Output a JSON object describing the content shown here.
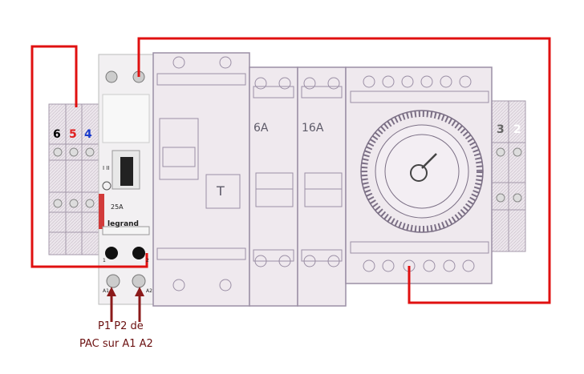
{
  "terminals_left": {
    "t6": "6",
    "t5": "5",
    "t4": "4"
  },
  "terminals_right": {
    "t3": "3",
    "t2": "2"
  },
  "breaker_ratings": {
    "b1": "6A",
    "b2": "16A"
  },
  "differential_test_label": "T",
  "contactor": {
    "brand": "legrand",
    "rating": "25A",
    "side_markings": "I  II",
    "coil_labels": [
      "A1",
      "A2"
    ],
    "contact_labels": [
      "1",
      "2"
    ]
  },
  "caption": {
    "line1": "P1  P2  de",
    "line2": "PAC sur  A1  A2"
  },
  "colors": {
    "wire": "#e01010",
    "wire_dark": "#8b1a1a",
    "accent_red": "#e02020",
    "accent_blue": "#1a3ccc",
    "module_fill": "#efe9ee",
    "module_stroke": "#9b8fa5"
  }
}
